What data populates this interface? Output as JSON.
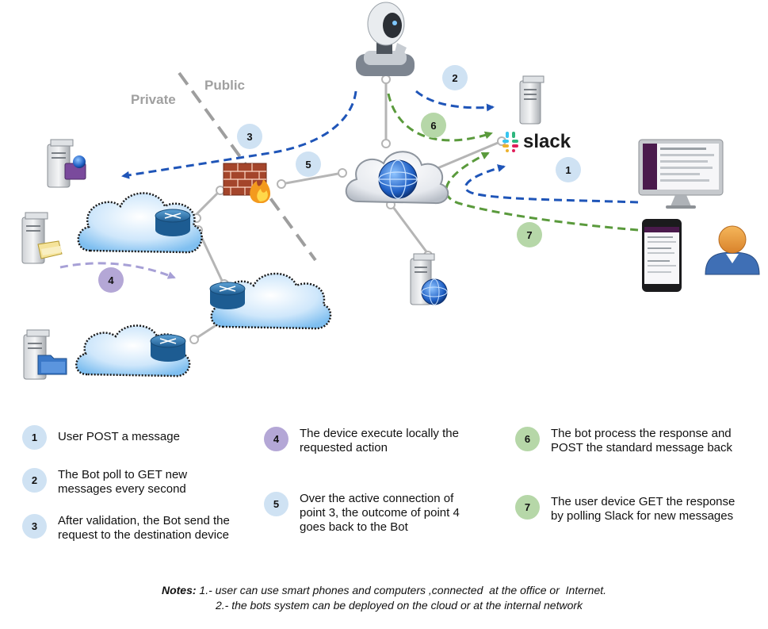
{
  "zones": {
    "private": "Private",
    "public": "Public"
  },
  "brand": {
    "slack": "slack"
  },
  "colors": {
    "blue_badge": "#cfe2f3",
    "green_badge": "#b6d7a8",
    "purple_badge": "#b4a7d6",
    "blue_arrow": "#1f55b8",
    "green_arrow": "#5a9a3c",
    "purple_arrow": "#a7a0d6",
    "connector": "#b5b5b5",
    "divider": "#9e9e9e"
  },
  "diagram_badges": [
    "1",
    "2",
    "3",
    "4",
    "5",
    "6",
    "7"
  ],
  "legend": {
    "items": [
      {
        "num": "1",
        "text": "User POST a message"
      },
      {
        "num": "2",
        "text": "The Bot poll to GET new messages every second"
      },
      {
        "num": "3",
        "text": "After validation, the Bot send the request to the destination device"
      },
      {
        "num": "4",
        "text": "The device execute locally the requested action"
      },
      {
        "num": "5",
        "text": "Over the active connection of point 3, the outcome of point 4 goes back to the Bot"
      },
      {
        "num": "6",
        "text": "The bot process the response and POST the standard message back"
      },
      {
        "num": "7",
        "text": "The user device GET the response by polling Slack for new messages"
      }
    ]
  },
  "notes": {
    "label": "Notes:",
    "line1": "1.- user can use smart phones and computers ,connected  at the office or  Internet.",
    "line2": "2.- the bots system can be deployed on the cloud or at the internal network"
  },
  "icons": [
    "robot-icon",
    "slack-server-icon",
    "slack-logo-icon",
    "desktop-monitor-icon",
    "smartphone-icon",
    "user-avatar-icon",
    "internet-cloud-icon",
    "web-server-icon",
    "firewall-icon",
    "router-icon",
    "device-server-icon"
  ]
}
